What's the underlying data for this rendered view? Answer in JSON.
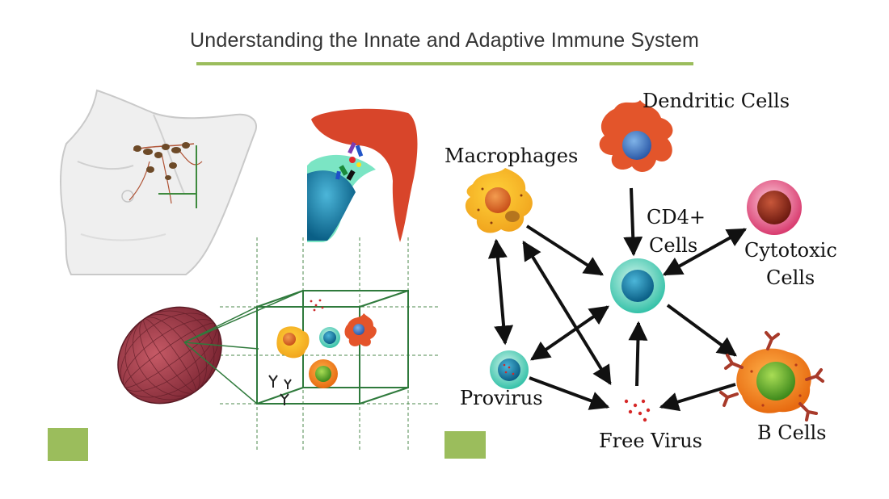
{
  "title": "Understanding the Innate and Adaptive Immune System",
  "colors": {
    "accent": "#9bbd5c",
    "rule": "#9bbd5c",
    "arrow": "#111111"
  },
  "left_panel": {
    "icons": [
      "torso-lymph-node-icon",
      "antigen-binding-icon",
      "lymph-node-cells-icon"
    ],
    "badge_color": "#9bbd5c"
  },
  "diagram": {
    "nodes": {
      "dendritic": "Dendritic Cells",
      "macrophages": "Macrophages",
      "cd4_line1": "CD4+",
      "cd4_line2": "Cells",
      "cytotoxic_line1": "Cytotoxic",
      "cytotoxic_line2": "Cells",
      "provirus": "Provirus",
      "free_virus": "Free Virus",
      "b_cells": "B Cells"
    },
    "edges": [
      {
        "from": "Dendritic Cells",
        "to": "CD4+ Cells",
        "dir": "forward"
      },
      {
        "from": "Macrophages",
        "to": "CD4+ Cells",
        "dir": "forward"
      },
      {
        "from": "CD4+ Cells",
        "to": "Cytotoxic Cells",
        "dir": "both"
      },
      {
        "from": "CD4+ Cells",
        "to": "B Cells",
        "dir": "forward"
      },
      {
        "from": "Macrophages",
        "to": "Provirus",
        "dir": "both"
      },
      {
        "from": "Macrophages",
        "to": "Free Virus",
        "dir": "both"
      },
      {
        "from": "Provirus",
        "to": "CD4+ Cells",
        "dir": "both"
      },
      {
        "from": "Provirus",
        "to": "Free Virus",
        "dir": "forward"
      },
      {
        "from": "Free Virus",
        "to": "CD4+ Cells",
        "dir": "forward"
      },
      {
        "from": "B Cells",
        "to": "Free Virus",
        "dir": "forward"
      }
    ]
  }
}
